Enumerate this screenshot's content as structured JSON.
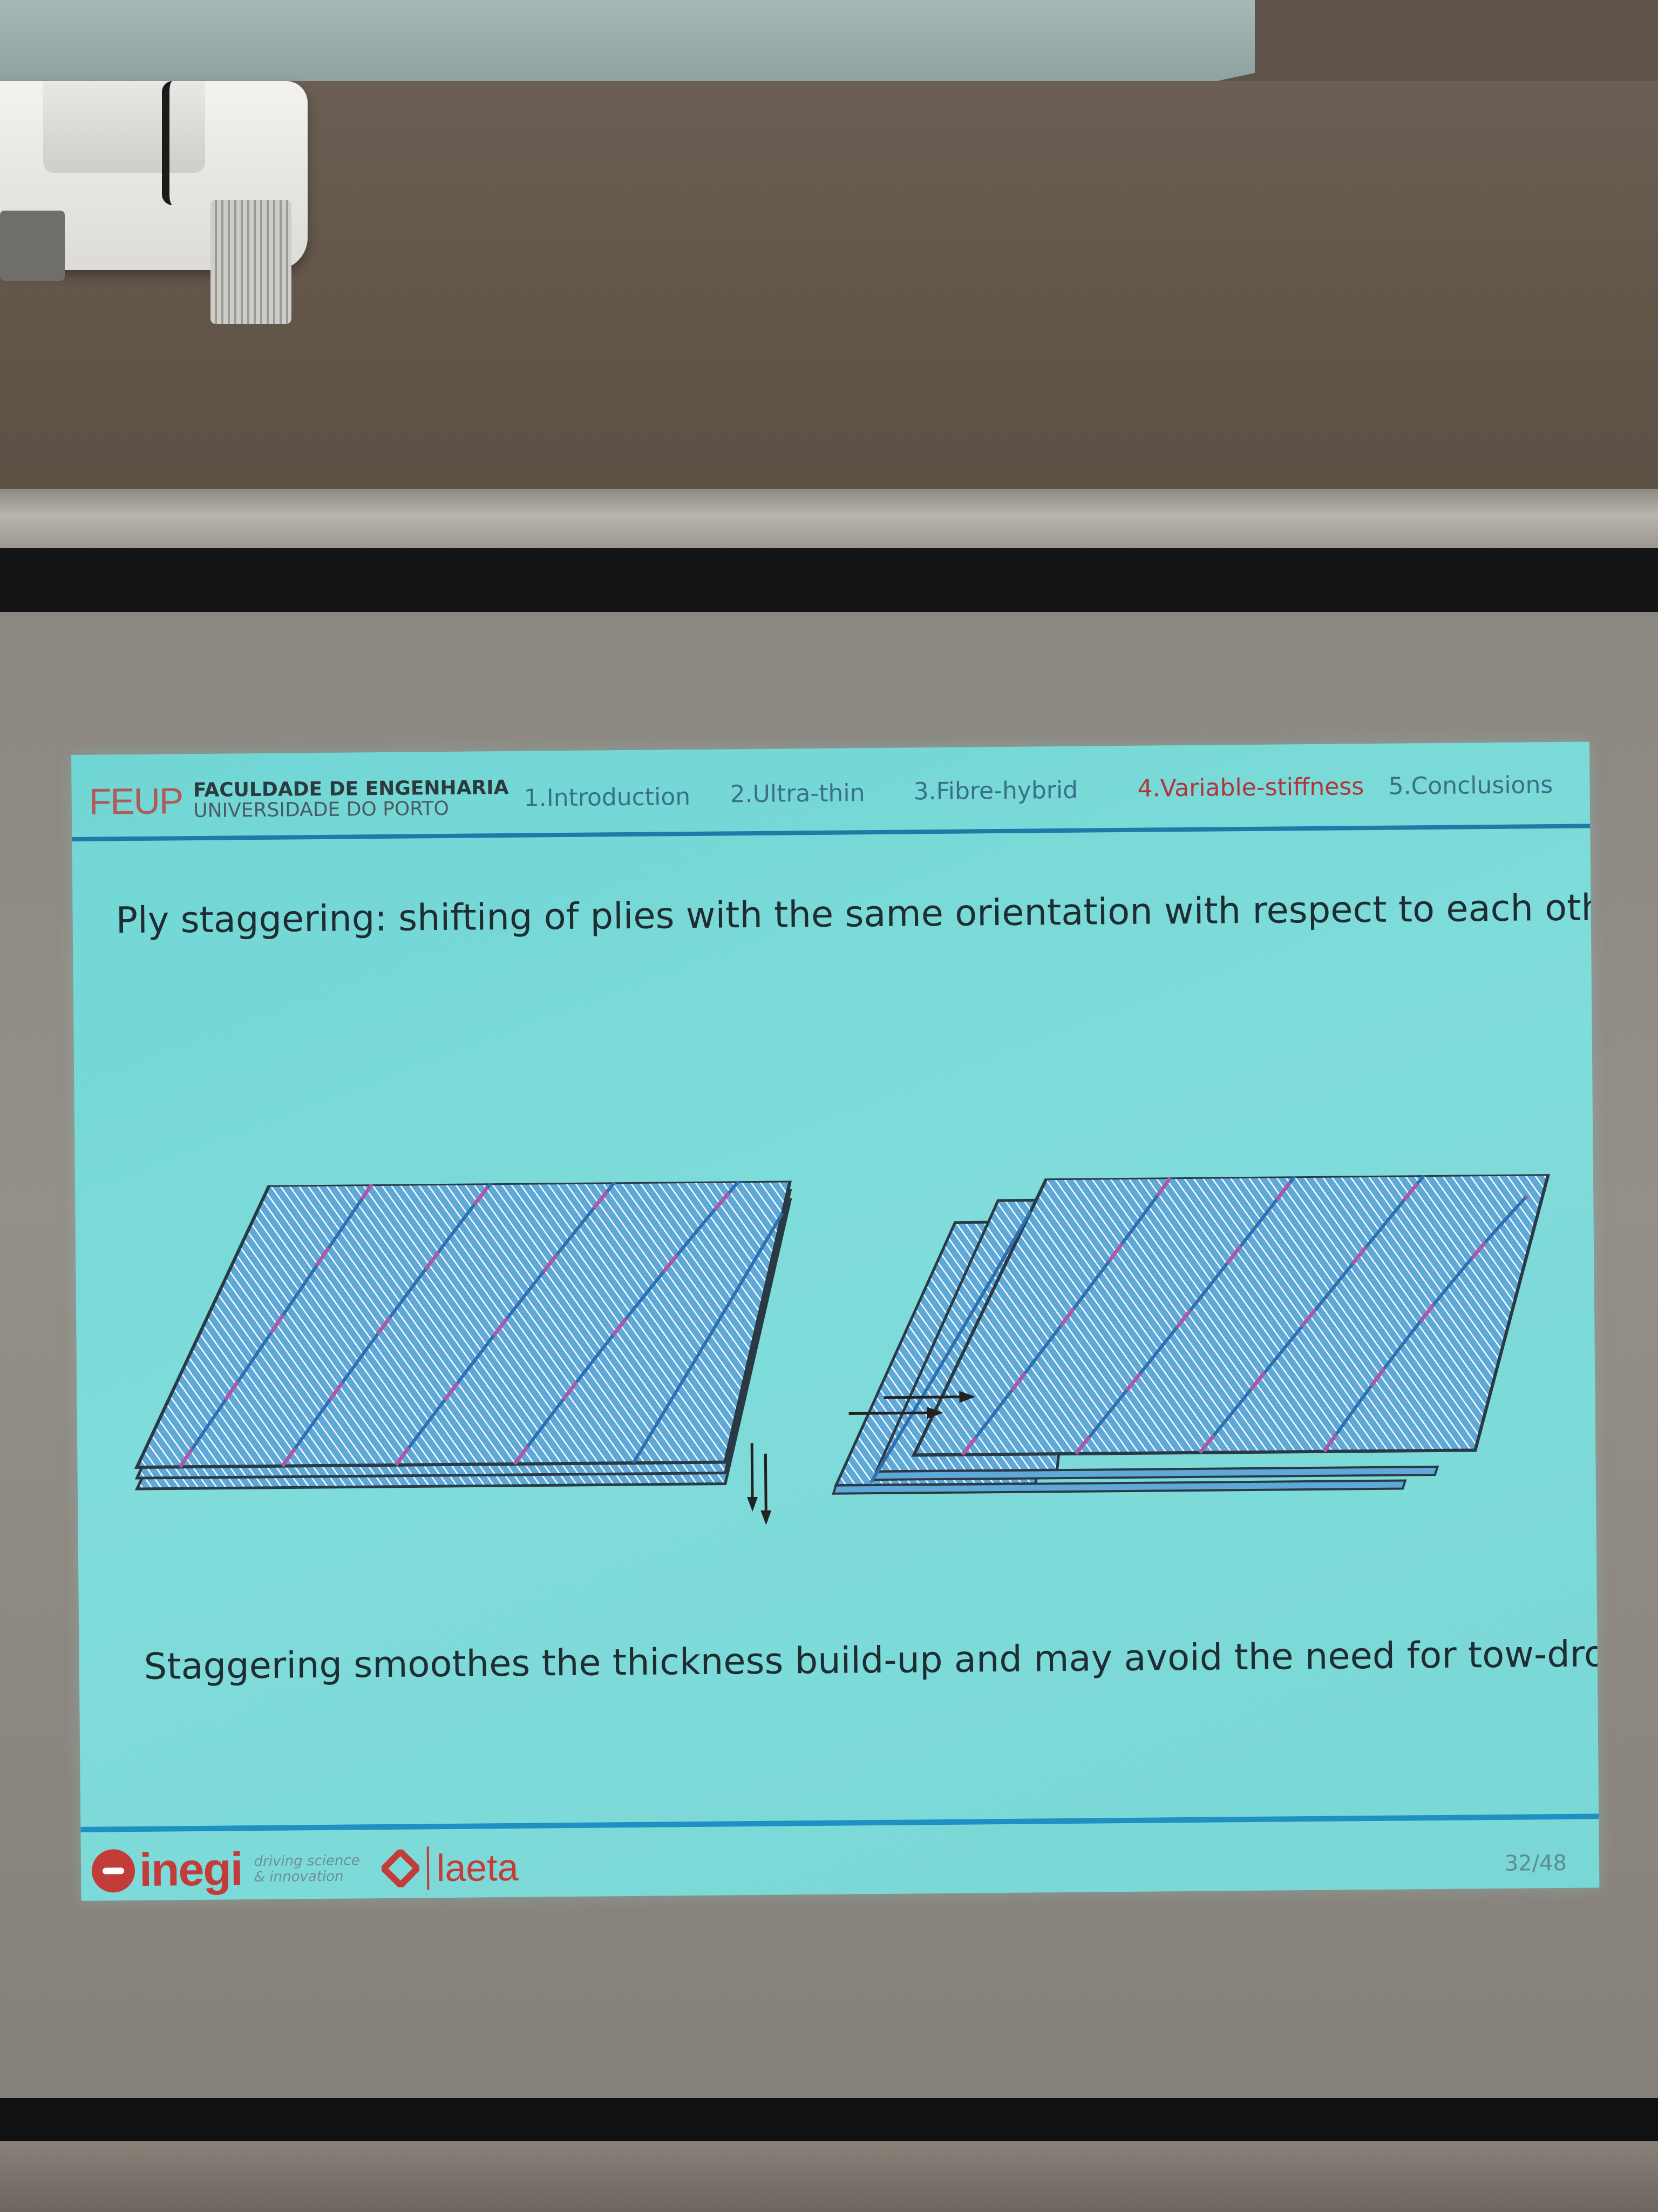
{
  "slide": {
    "header": {
      "logo": "FEUP",
      "institution_line1": "FACULDADE DE ENGENHARIA",
      "institution_line2": "UNIVERSIDADE DO PORTO",
      "nav": [
        {
          "label": "1.Introduction",
          "active": false
        },
        {
          "label": "2.Ultra-thin",
          "active": false
        },
        {
          "label": "3.Fibre-hybrid",
          "active": false
        },
        {
          "label": "4.Variable-stiffness",
          "active": true
        },
        {
          "label": "5.Conclusions",
          "active": false
        }
      ]
    },
    "title": "Ply staggering: shifting of plies with the same orientation with respect to each other",
    "caption": "Staggering smoothes the thickness build-up and may avoid the need for tow-drops",
    "footer": {
      "ineg_word": "inegi",
      "ineg_tagline_1": "driving science",
      "ineg_tagline_2": "& innovation",
      "laeta_word": "laeta",
      "page": "32/48"
    },
    "colors": {
      "slide_bg": "#79d7d6",
      "accent_red": "#b0343a",
      "rule_blue": "#1d7ba8",
      "ply_fill": "#5fa9d8",
      "fibre_line": "#ffffff",
      "fibre_path": "#a85aa8"
    }
  }
}
